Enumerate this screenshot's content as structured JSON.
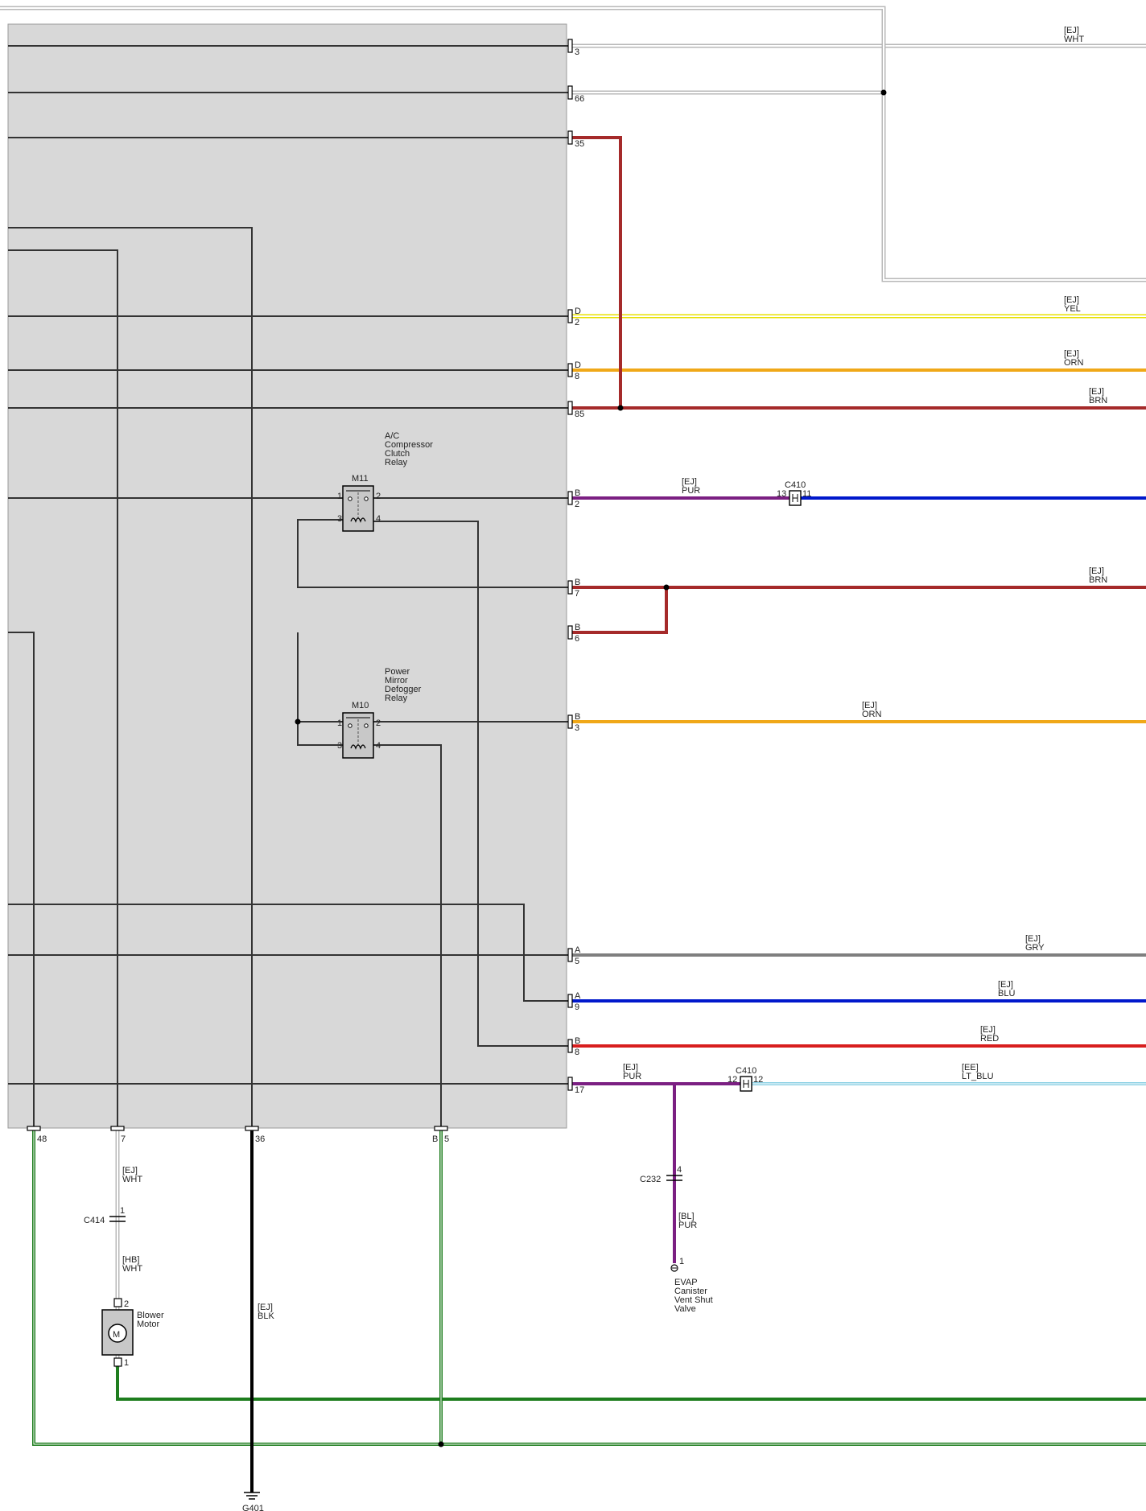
{
  "colors": {
    "module_fill": "#d8d8d8",
    "module_border": "#9a9a9a",
    "wire_dark": "#333333",
    "WHT": "#b8b8b8",
    "YEL": "#e8e000",
    "ORN": "#f0a818",
    "BRN": "#a52a2a",
    "PUR": "#7b1f82",
    "BLU": "#0018cc",
    "GRY": "#7f7f7f",
    "RED": "#d81e1e",
    "LT_BLU": "#8cd0e4",
    "GRN": "#1e7d1e",
    "BLK": "#000000"
  },
  "module_pins": [
    {
      "id": "p3",
      "prefix": "",
      "num": "3"
    },
    {
      "id": "p66",
      "prefix": "",
      "num": "66"
    },
    {
      "id": "p35",
      "prefix": "",
      "num": "35"
    },
    {
      "id": "pD2",
      "prefix": "D",
      "num": "2"
    },
    {
      "id": "pD8",
      "prefix": "D",
      "num": "8"
    },
    {
      "id": "p85",
      "prefix": "",
      "num": "85"
    },
    {
      "id": "pB2",
      "prefix": "B",
      "num": "2"
    },
    {
      "id": "pB7",
      "prefix": "B",
      "num": "7"
    },
    {
      "id": "pB6",
      "prefix": "B",
      "num": "6"
    },
    {
      "id": "pB3",
      "prefix": "B",
      "num": "3"
    },
    {
      "id": "pA5",
      "prefix": "A",
      "num": "5"
    },
    {
      "id": "pA9",
      "prefix": "A",
      "num": "9"
    },
    {
      "id": "pB8",
      "prefix": "B",
      "num": "8"
    },
    {
      "id": "p17",
      "prefix": "",
      "num": "17"
    }
  ],
  "bottom_pins": [
    {
      "id": "b48",
      "prefix": "",
      "num": "48"
    },
    {
      "id": "b7",
      "prefix": "",
      "num": "7"
    },
    {
      "id": "b36",
      "prefix": "",
      "num": "36"
    },
    {
      "id": "bB5",
      "prefix": "B",
      "num": "5"
    }
  ],
  "wire_labels": [
    {
      "id": "l-wht",
      "circuit": "[EJ]",
      "color": "WHT"
    },
    {
      "id": "l-yel",
      "circuit": "[EJ]",
      "color": "YEL"
    },
    {
      "id": "l-orn",
      "circuit": "[EJ]",
      "color": "ORN"
    },
    {
      "id": "l-brn",
      "circuit": "[EJ]",
      "color": "BRN"
    },
    {
      "id": "l-pur",
      "circuit": "[EJ]",
      "color": "PUR"
    },
    {
      "id": "l-brn2",
      "circuit": "[EJ]",
      "color": "BRN"
    },
    {
      "id": "l-orn2",
      "circuit": "[EJ]",
      "color": "ORN"
    },
    {
      "id": "l-gry",
      "circuit": "[EJ]",
      "color": "GRY"
    },
    {
      "id": "l-blu",
      "circuit": "[EJ]",
      "color": "BLU"
    },
    {
      "id": "l-red",
      "circuit": "[EJ]",
      "color": "RED"
    },
    {
      "id": "l-pur2",
      "circuit": "[EJ]",
      "color": "PUR"
    },
    {
      "id": "l-ltblu",
      "circuit": "[EE]",
      "color": "LT_BLU"
    },
    {
      "id": "l-wht2",
      "circuit": "[EJ]",
      "color": "WHT"
    },
    {
      "id": "l-wht3",
      "circuit": "[HB]",
      "color": "WHT"
    },
    {
      "id": "l-blk",
      "circuit": "[EJ]",
      "color": "BLK"
    },
    {
      "id": "l-pur3",
      "circuit": "[BL]",
      "color": "PUR"
    }
  ],
  "connectors": {
    "c410_top": {
      "name": "C410",
      "pin_left": "13",
      "pin_right": "11"
    },
    "c410_bottom": {
      "name": "C410",
      "pin_left": "12",
      "pin_right": "12"
    },
    "c414": {
      "name": "C414",
      "pin": "1"
    },
    "c232": {
      "name": "C232",
      "pin": "4"
    }
  },
  "relays": {
    "m11": {
      "id": "M11",
      "title": [
        "A/C",
        "Compressor",
        "Clutch",
        "Relay"
      ],
      "pins": [
        "1",
        "2",
        "3",
        "4"
      ]
    },
    "m10": {
      "id": "M10",
      "title": [
        "Power",
        "Mirror",
        "Defogger",
        "Relay"
      ],
      "pins": [
        "1",
        "2",
        "3",
        "4"
      ]
    }
  },
  "components": {
    "blower_motor": {
      "title": [
        "Blower",
        "Motor"
      ],
      "symbol": "M",
      "pin_top": "2",
      "pin_bottom": "1"
    },
    "evap_valve": {
      "title": [
        "EVAP",
        "Canister",
        "Vent Shut",
        "Valve"
      ],
      "pin": "1"
    }
  },
  "ground": {
    "name": "G401"
  }
}
